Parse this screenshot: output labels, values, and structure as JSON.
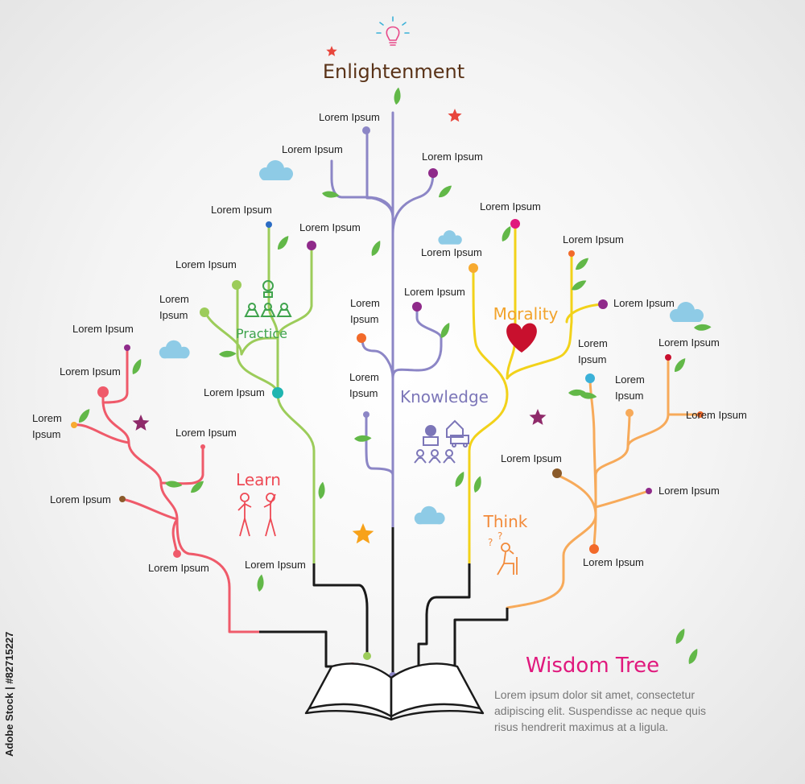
{
  "title": "Enlightenment",
  "branch_label": "Lorem Ipsum",
  "categories": {
    "practice": "Practice",
    "knowledge": "Knowledge",
    "morality": "Morality",
    "learn": "Learn",
    "think": "Think"
  },
  "brand": {
    "name": "Wisdom Tree",
    "description_lines": [
      "Lorem ipsum dolor sit amet, consectetur",
      "adipiscing elit. Suspendisse ac neque quis",
      "risus hendrerit maximus at a ligula."
    ]
  },
  "watermark": "Adobe Stock | #82715227",
  "colors": {
    "learn": "#ef5a6a",
    "practice": "#9ccc5a",
    "knowledge": "#8c86c6",
    "morality": "#f2d21a",
    "think": "#f7aa5a",
    "leaf": "#62b848",
    "trunk": "#1a1a1a"
  },
  "icons": [
    "lightbulb-icon",
    "heart-icon",
    "star-icon",
    "cloud-icon",
    "leaf-icon",
    "book-icon"
  ]
}
